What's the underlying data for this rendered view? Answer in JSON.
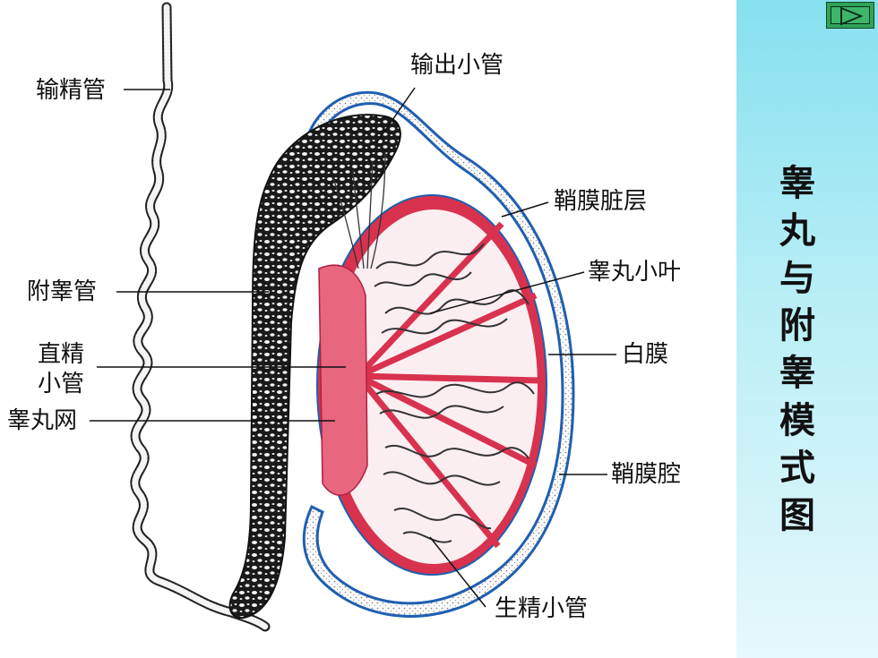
{
  "title": "睾丸与附睾模式图",
  "colors": {
    "side_panel": "#9ee6f2",
    "tunica_red": "#d8324e",
    "tunica_blue": "#1f5fb0",
    "play_button": "#2fa35a"
  },
  "labels": {
    "efferent_ductules": "输出小管",
    "vas_deferens": "输精管",
    "visceral_layer": "鞘膜脏层",
    "lobule": "睾丸小叶",
    "epididymal_duct": "附睾管",
    "tubuli_recti": "直精\n小管",
    "tunica_albuginea": "白膜",
    "rete_testis": "睾丸网",
    "vaginal_cavity": "鞘膜腔",
    "seminiferous_tubules": "生精小管"
  },
  "icons": {
    "play": "play-icon"
  }
}
